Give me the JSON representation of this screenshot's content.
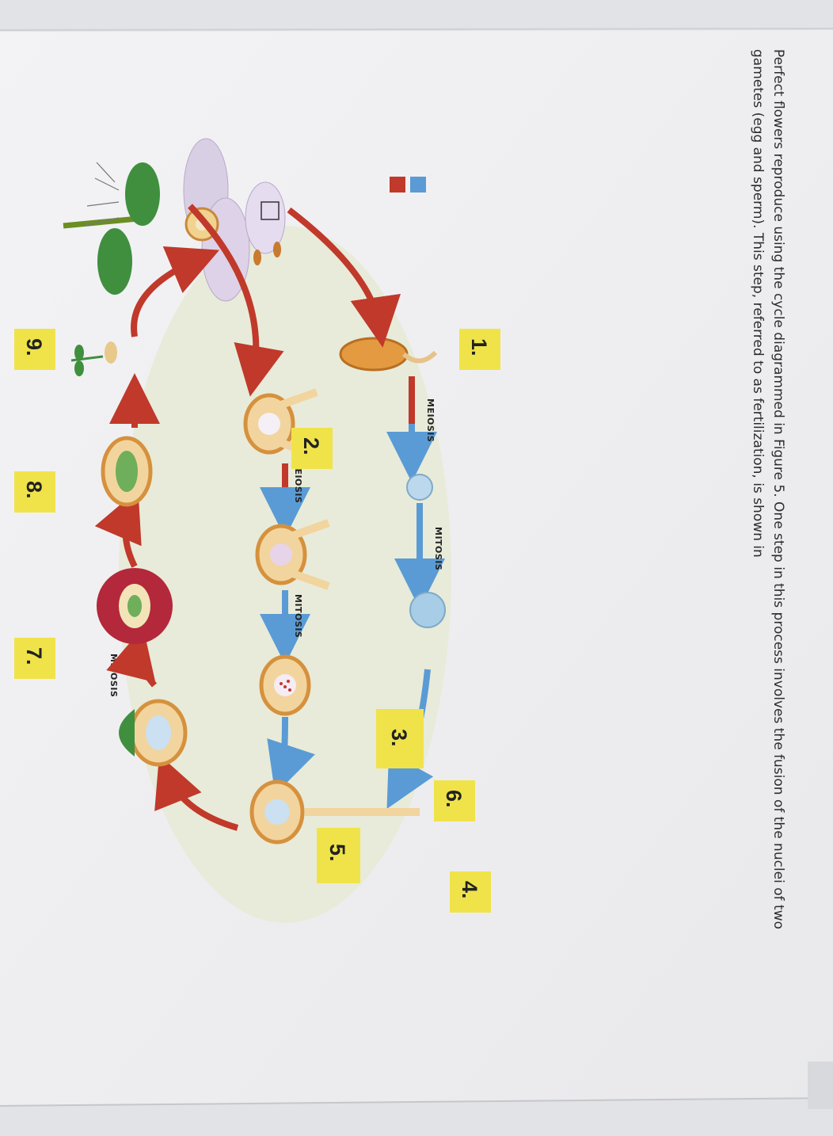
{
  "question": {
    "line1": "Perfect flowers reproduce using the cycle diagrammed in Figure 5. One step in this process involves the fusion of the nuclei of two",
    "line2": "gametes (egg and sperm). This step, referred to as fertilization, is shown in"
  },
  "stages": {
    "meiosis_upper": "MEIOSIS",
    "meiosis_lower": "MEIOSIS",
    "mitosis_upper": "MITOSIS",
    "mitosis_middle": "MITOSIS",
    "mitosis_lower": "MITOSIS"
  },
  "labels": [
    "1.",
    "2.",
    "3.",
    "4.",
    "5.",
    "6.",
    "7.",
    "8.",
    "9."
  ],
  "legend": {
    "blue": "#5a9bd5",
    "red": "#c0392b"
  }
}
